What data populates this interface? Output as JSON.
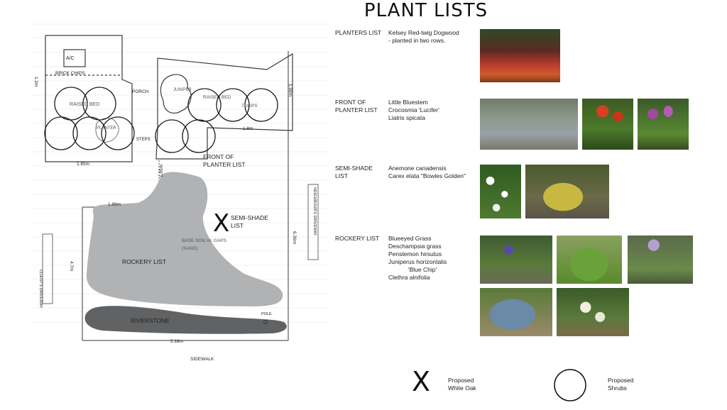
{
  "title": "PLANT LISTS",
  "plan": {
    "ac_unit": "A/C",
    "brick_chips": "BRICK CHIPS",
    "porch": "PORCH",
    "raised_bed_left": "RAISED BED",
    "planter": "PLANTER",
    "juniper": "JUNIPER",
    "raised_bed_right": "RAISED BED",
    "tulips": "TULIPS",
    "steps": "STEPS",
    "front_of_planter": "FRONT OF PLANTER LIST",
    "semi_shade": "SEMI-SHADE LIST",
    "rockery": "ROCKERY LIST",
    "riverstone": "RIVERSTONE",
    "base_note": "BASE SOIL W. GAPS (SAND)",
    "pole": "POLE",
    "neighbours_left": "CLIENT'S DRIVEWAY",
    "neighbours_right": "NEIGHBOUR'S DRIVEWAY",
    "sidewalk": "SIDEWALK",
    "dim_left_top": "1.2m",
    "dim_left_bottom": "1.65m",
    "dim_mid_1": "1.89m",
    "dim_mid_2": "1.95m",
    "dim_right_1": "1.96m",
    "dim_right_2": "1.8m",
    "dim_right_3": "6.36m",
    "dim_left_side": "4.7m",
    "dim_bottom": "5.18m"
  },
  "lists": [
    {
      "heading": "PLANTERS LIST",
      "plants": [
        "Kelsey Red-twig Dogwood",
        "- planted in two rows."
      ]
    },
    {
      "heading": "FRONT OF\nPLANTER LIST",
      "plants": [
        "Little Bluestem",
        "Crocosmia 'Lucifer'",
        "Liatris spicata"
      ]
    },
    {
      "heading": "SEMI-SHADE\nLIST",
      "plants": [
        "Anemone canadensis",
        "Carex elata \"Bowles Golden\""
      ]
    },
    {
      "heading": "ROCKERY LIST",
      "plants": [
        "Blueeyed Grass",
        "Deschampsia grass",
        "Penstemon hirsutus",
        "Juniperus horizontalis",
        "'Blue Chip'",
        "Clethra alnifolia"
      ]
    }
  ],
  "legend": {
    "oak_symbol": "X",
    "oak_label": "Proposed\nWhite Oak",
    "shrub_label": "Proposed\nShrubs"
  },
  "colors": {
    "rockery_fill": "#b0b2b4",
    "riverstone_fill": "#606264",
    "pencil": "#3a3a3a"
  }
}
